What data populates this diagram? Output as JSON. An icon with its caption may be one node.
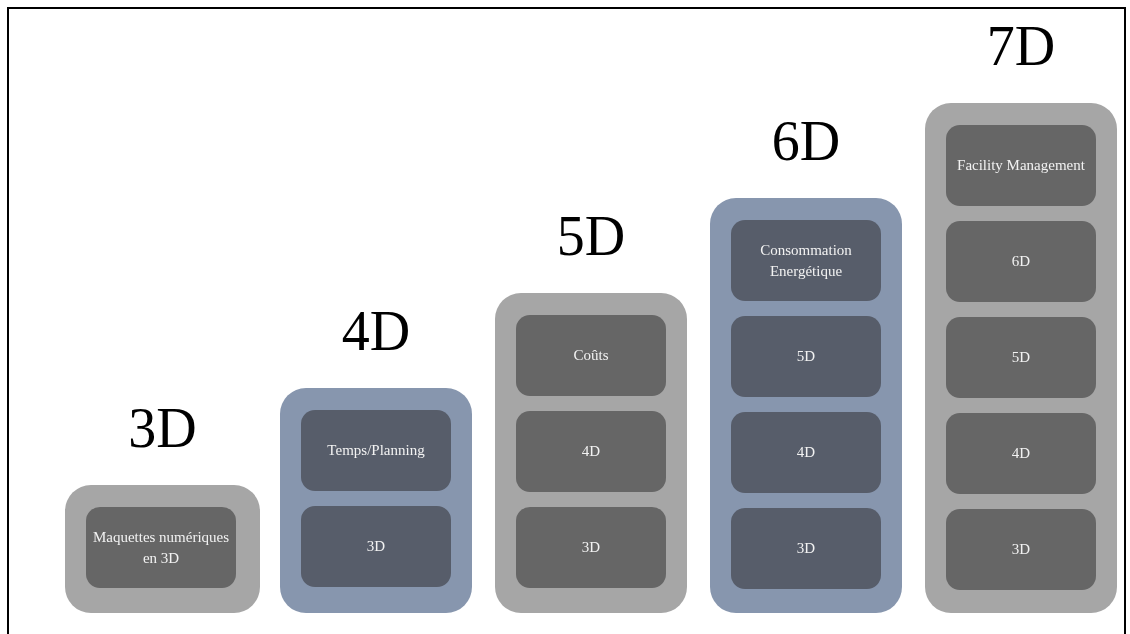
{
  "diagram": {
    "nodes": [
      {
        "text": [
          "3D"
        ]
      },
      {
        "text": [
          "Maquettes numériques en 3D"
        ],
        "in": 0
      },
      {
        "text": [
          "4D"
        ]
      },
      {
        "text": [
          "Temps/Planning"
        ],
        "in": 2
      },
      {
        "text": [
          "3D"
        ],
        "in": 2
      },
      {
        "text": [
          "5D"
        ]
      },
      {
        "text": [
          "Coûts"
        ],
        "in": 5
      },
      {
        "text": [
          "4D"
        ],
        "in": 5
      },
      {
        "text": [
          "3D"
        ],
        "in": 5
      },
      {
        "text": [
          "6D"
        ]
      },
      {
        "text": [
          "Consommation Energétique"
        ],
        "in": 9
      },
      {
        "text": [
          "5D"
        ],
        "in": 9
      },
      {
        "text": [
          "4D"
        ],
        "in": 9
      },
      {
        "text": [
          "3D"
        ],
        "in": 9
      },
      {
        "text": [
          "7D"
        ]
      },
      {
        "text": [
          "Facility Management"
        ],
        "in": 14
      },
      {
        "text": [
          "6D"
        ],
        "in": 14
      },
      {
        "text": [
          "5D"
        ],
        "in": 14
      },
      {
        "text": [
          "4D"
        ],
        "in": 14
      },
      {
        "text": [
          "3D"
        ],
        "in": 14
      }
    ],
    "edges": []
  }
}
